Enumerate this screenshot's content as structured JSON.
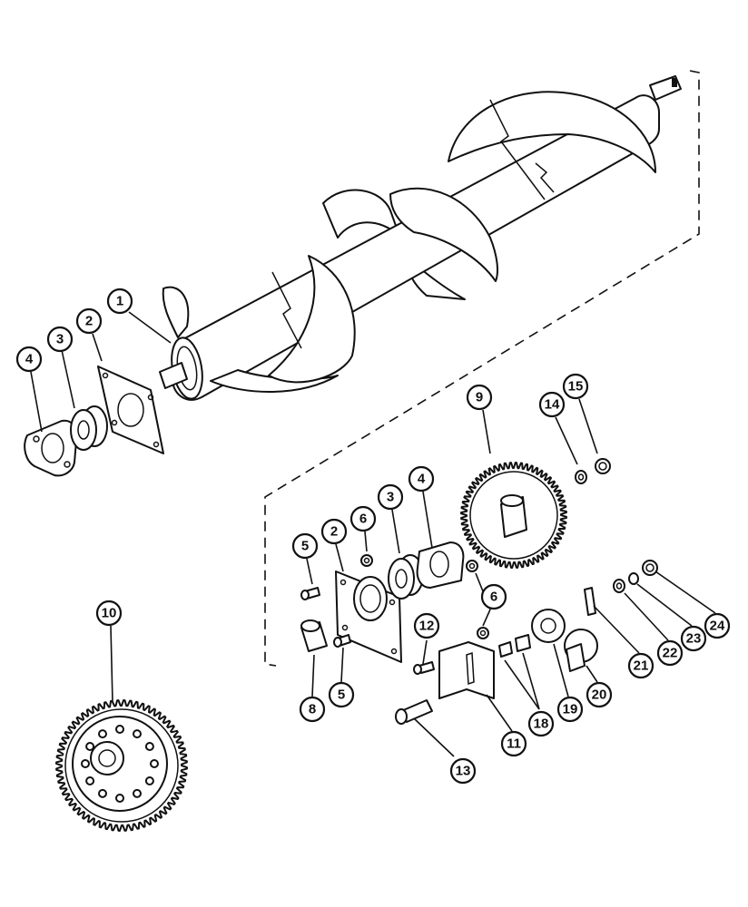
{
  "callouts": [
    {
      "id": "c1",
      "label": "1"
    },
    {
      "id": "c2a",
      "label": "2"
    },
    {
      "id": "c3a",
      "label": "3"
    },
    {
      "id": "c4a",
      "label": "4"
    },
    {
      "id": "c9",
      "label": "9"
    },
    {
      "id": "c14",
      "label": "14"
    },
    {
      "id": "c15",
      "label": "15"
    },
    {
      "id": "c5a",
      "label": "5"
    },
    {
      "id": "c2b",
      "label": "2"
    },
    {
      "id": "c6a",
      "label": "6"
    },
    {
      "id": "c3b",
      "label": "3"
    },
    {
      "id": "c4b",
      "label": "4"
    },
    {
      "id": "c6b",
      "label": "6"
    },
    {
      "id": "c10",
      "label": "10"
    },
    {
      "id": "c12",
      "label": "12"
    },
    {
      "id": "c8",
      "label": "8"
    },
    {
      "id": "c5b",
      "label": "5"
    },
    {
      "id": "c11",
      "label": "11"
    },
    {
      "id": "c18",
      "label": "18"
    },
    {
      "id": "c19",
      "label": "19"
    },
    {
      "id": "c20",
      "label": "20"
    },
    {
      "id": "c21",
      "label": "21"
    },
    {
      "id": "c22",
      "label": "22"
    },
    {
      "id": "c23",
      "label": "23"
    },
    {
      "id": "c24",
      "label": "24"
    },
    {
      "id": "c13",
      "label": "13"
    }
  ]
}
